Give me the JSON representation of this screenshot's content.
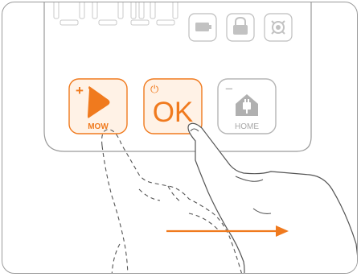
{
  "buttons": {
    "mow": {
      "label": "MOW",
      "corner_symbol": "+"
    },
    "ok": {
      "label": "OK",
      "corner_symbol": "⏻"
    },
    "home": {
      "label": "HOME",
      "corner_symbol": "−"
    }
  },
  "status_icons": [
    "battery-icon",
    "lock-icon",
    "blade-icon"
  ],
  "colors": {
    "accent": "#F07A1E",
    "accent_fill": "#FFF2E6",
    "inactive": "#B0B0B0",
    "outline": "#8E8E8E",
    "arrow": "#F07A1E"
  }
}
